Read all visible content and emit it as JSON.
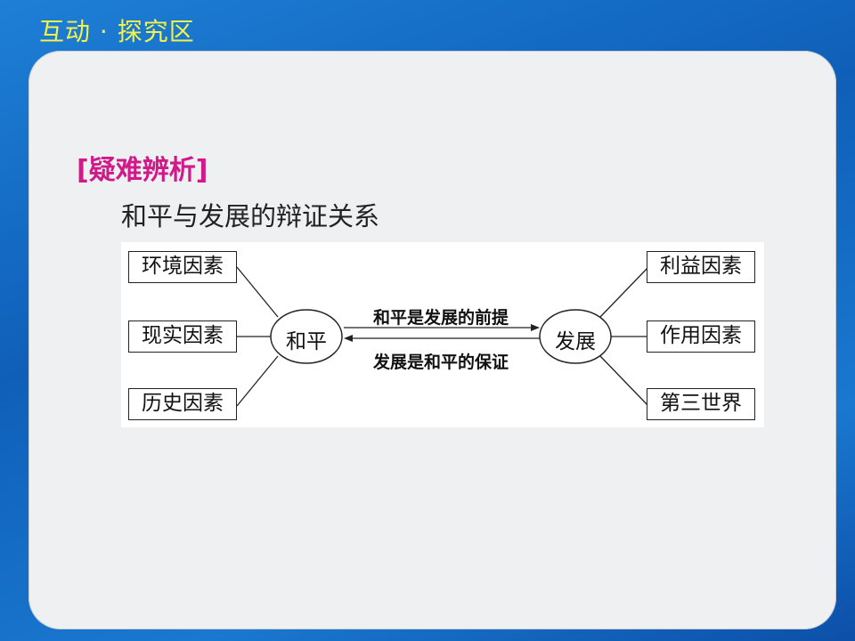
{
  "header": {
    "title": "互动 · 探究区"
  },
  "section": {
    "tag": "[疑难辨析]",
    "subtitle": "和平与发展的辩证关系"
  },
  "diagram": {
    "left_factors": [
      "环境因素",
      "现实因素",
      "历史因素"
    ],
    "right_factors": [
      "利益因素",
      "作用因素",
      "第三世界"
    ],
    "left_node": "和平",
    "right_node": "发展",
    "arrow_top": "和平是发展的前提",
    "arrow_bottom": "发展是和平的保证"
  }
}
